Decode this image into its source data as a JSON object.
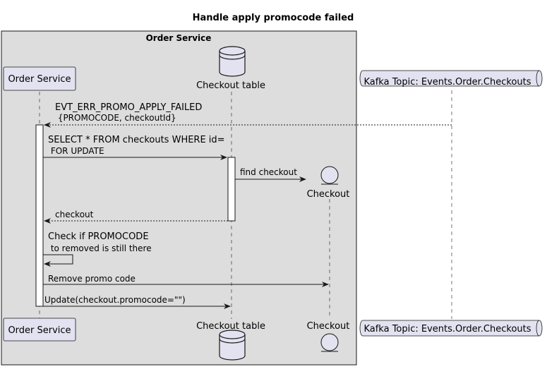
{
  "diagram": {
    "title": "Handle apply promocode failed",
    "group_label": "Order Service",
    "participants": {
      "order_service": "Order Service",
      "checkout_table": "Checkout table",
      "checkout": "Checkout",
      "kafka": "Kafka Topic: Events.Order.Checkouts"
    },
    "messages": {
      "m1_line1": "EVT_ERR_PROMO_APPLY_FAILED",
      "m1_line2": " {PROMOCODE, checkoutId}",
      "m2_line1": "SELECT * FROM checkouts WHERE id=",
      "m2_line2": " FOR UPDATE",
      "m3": "find checkout",
      "m4": "checkout",
      "m5_line1": "Check if PROMOCODE",
      "m5_line2": " to removed is still there",
      "m6": "Remove promo code",
      "m7": "Update(checkout.promocode=\"\")"
    }
  },
  "colors": {
    "group_fill": "#dddddd",
    "participant_fill": "#e2e2f0",
    "line": "#181818",
    "lifeline": "#181818"
  }
}
